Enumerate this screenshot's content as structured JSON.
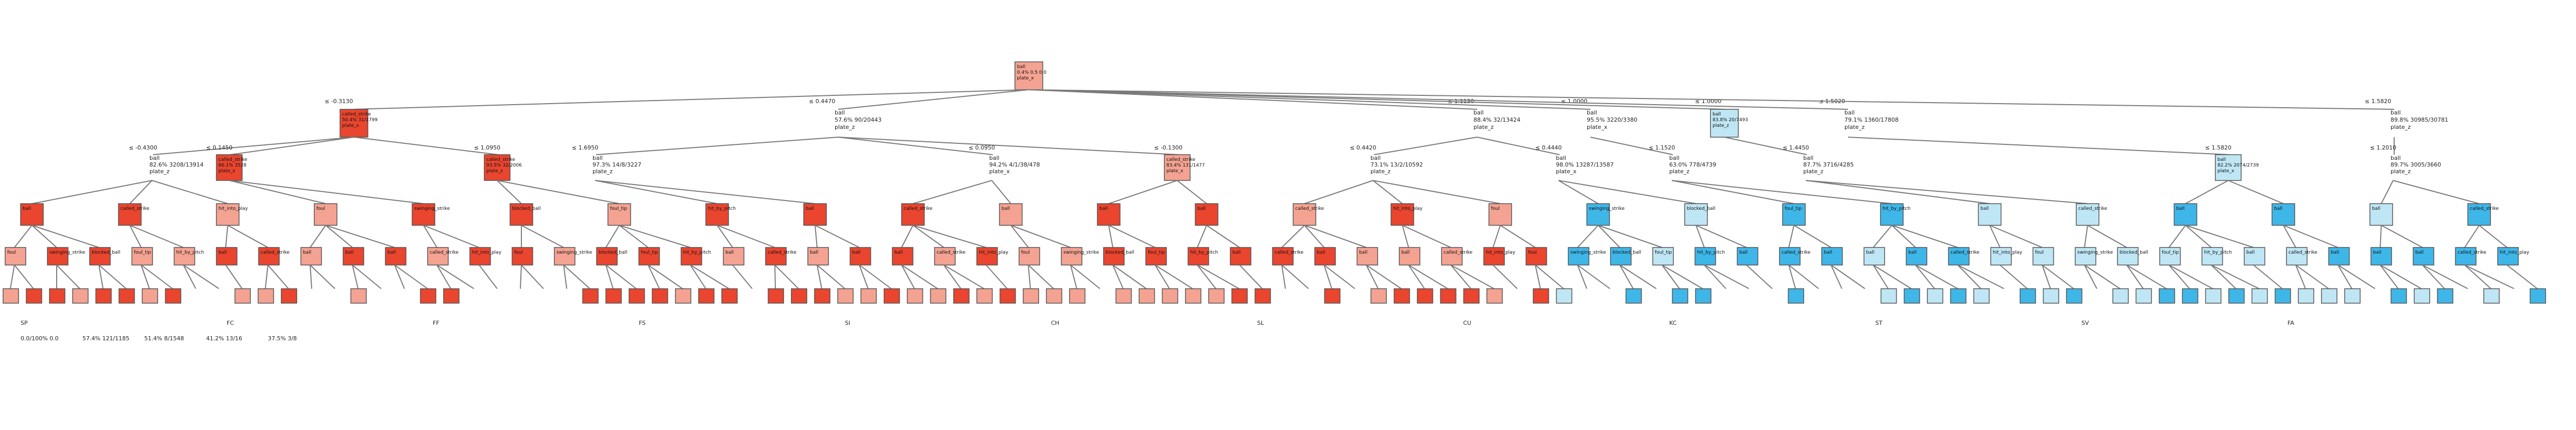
{
  "colors": {
    "positive": "#e9452f",
    "positive_light": "#f4a292",
    "negative": "#3fb6e8",
    "negative_light": "#bfe6f5",
    "edge": "#7a7a7a"
  },
  "tree": {
    "root": {
      "label": "ball",
      "sub": "0.4% 0.5 0.0",
      "class": "plate_x",
      "kind": "positive_light"
    },
    "level1": [
      {
        "split": "≤ -0.3130",
        "label": "called_strike",
        "stat": "50.4% 31/1799",
        "class": "plate_x",
        "kind": "positive"
      },
      {
        "split": "≤ 0.4470",
        "label": "ball",
        "stat": "57.6% 90/20443",
        "class": "plate_z",
        "kind": "plain"
      },
      {
        "split": "≤ 1.1130",
        "label": "ball",
        "stat": "88.4% 32/13424",
        "class": "plate_z",
        "kind": "plain"
      },
      {
        "split": "≤ 1.0000",
        "label": "ball",
        "stat": "95.5% 3220/3380",
        "class": "plate_x",
        "kind": "plain"
      },
      {
        "split": "≤ 1.0000",
        "label": "ball",
        "stat": "83.8% 20/7493",
        "class": "plate_z",
        "kind": "negative_light"
      },
      {
        "split": "≤ 1.5020",
        "label": "ball",
        "stat": "79.1% 1360/17808",
        "class": "plate_z",
        "kind": "plain"
      },
      {
        "split": "≤ 1.5820",
        "label": "ball",
        "stat": "89.8% 30985/30781",
        "class": "plate_z",
        "kind": "plain"
      }
    ],
    "level2": [
      {
        "split": "≤ -0.4300",
        "label": "ball",
        "stat": "82.6% 3208/13914",
        "class": "plate_z"
      },
      {
        "split": "≤ 0.1450",
        "label": "called_strike",
        "stat": "66.1% 3528",
        "class": "plate_x",
        "kind": "positive"
      },
      {
        "split": "≤ 1.0950",
        "label": "called_strike",
        "stat": "93.5% 32/2006",
        "class": "plate_z",
        "kind": "positive"
      },
      {
        "split": "≤ 1.6950",
        "label": "ball",
        "stat": "97.3% 14/8/3227",
        "class": "plate_z"
      },
      {
        "split": "≤ 0.0950",
        "label": "ball",
        "stat": "94.2% 4/1/38/478",
        "class": "plate_x"
      },
      {
        "split": "≤ -0.1300",
        "label": "called_strike",
        "stat": "83.4% 131/1477",
        "class": "plate_x",
        "kind": "positive_light"
      },
      {
        "split": "≤ 0.4420",
        "label": "ball",
        "stat": "73.1% 13/2/10592",
        "class": "plate_z"
      },
      {
        "split": "≤ 0.4440",
        "label": "ball",
        "stat": "98.0% 13287/13587",
        "class": "plate_x"
      },
      {
        "split": "≤ 1.1520",
        "label": "ball",
        "stat": "63.0% 778/4739",
        "class": "plate_z"
      },
      {
        "split": "≤ 1.4450",
        "label": "ball",
        "stat": "87.7% 3716/4285",
        "class": "plate_z"
      },
      {
        "split": "≤ 1.5820",
        "label": "ball",
        "stat": "82.2% 2074/2739",
        "class": "plate_x",
        "kind": "negative_light"
      },
      {
        "split": "≤ 1.2010",
        "label": "ball",
        "stat": "89.7% 3005/3660",
        "class": "plate_z"
      }
    ],
    "leaf_row_labels": [
      "ball",
      "called_strike",
      "hit_into_play",
      "foul",
      "swinging_strike",
      "blocked_ball",
      "foul_tip",
      "hit_by_pitch",
      "ball",
      "called_strike",
      "ball",
      "ball"
    ],
    "bottom_row": [
      "SP",
      "FC",
      "FF",
      "FS",
      "SI",
      "CH",
      "SL",
      "CU",
      "KC",
      "ST",
      "SV",
      "FA"
    ],
    "bottom_stats": [
      "0.0/100% 0.0",
      "57.4% 121/1185",
      "51.4% 8/1548",
      "41.2% 13/16",
      "37.5% 3/8"
    ]
  }
}
